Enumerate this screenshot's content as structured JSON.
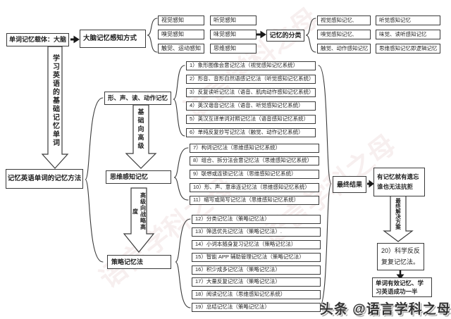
{
  "top": {
    "carrier": "单词记忆载体：大脑",
    "mode": "大脑记忆感知方式",
    "perception": [
      "视觉感知",
      "听觉感知",
      "嗅觉感知",
      "味觉感知",
      "触觉、运动感知",
      "思维感知"
    ],
    "classification": "记忆的分类",
    "memory_types": [
      "视觉感知记忆,",
      "听觉感知记忆",
      "嗅觉感知记忆,",
      "味觉、读听感知记忆",
      "触觉、动作感知记忆",
      "思维感知记忆即逻辑记忆"
    ]
  },
  "left": {
    "arrow_label": "学习英语的基础记忆单词",
    "methods": "记忆英语单词的记忆方法"
  },
  "categories": {
    "basic": "形、声、读、动作记忆",
    "arrow1": "基础向高级",
    "thinking": "思维感知记忆",
    "arrow2": "高级向战略高度",
    "strategy": "策略记忆法"
  },
  "items": {
    "group1": [
      "1）象形图像会意记忆法（视觉感知记忆系统）",
      "2）形音、音形自然语感记忆法（听觉感知记忆系统）",
      "3）反复读听记忆法（语音、肌肉动作感知记忆系统）",
      "4）英汉谐音记忆法（语音、听觉感知记忆系统）",
      "5）英汉互译单词对照记忆法（语音感知记忆系统）",
      "6）单纯反复抄写记忆法（触觉、动作记忆系统）"
    ],
    "group2": [
      "7）构词记忆法（思维感知记忆系统）",
      "8）组合、拆分法会意记忆法（思维感知记忆系统）",
      "9）联想或连锁记忆法（思维感知记忆系统）",
      "10）形、声、意串连记忆法（思维感知记忆系统）",
      "11）缩写或简写记忆法（思维感知记忆系统）"
    ],
    "group3": [
      "12）分类记忆法（策略记忆法）",
      "13）筛选优先记忆法（策略记忆法）.",
      "14）小词本随身复习记忆法（策略记忆法）",
      "15）智能 APP 辅助管理记忆法（策略记忆法）",
      "16）积少成多记忆法（策略记忆法）",
      "17）大量反复记忆法（策略记忆法）",
      "18）阅读记忆法（思维感知记忆系统）",
      "19）总结记忆法（策略记忆法）"
    ]
  },
  "result": {
    "final": "最终结果",
    "forget": "有记忆就有遗忘\n谁也无法抗拒",
    "solution_arrow": "最终解决方案",
    "method20": "20）科学反反复复记忆法。",
    "success": "单词有效记忆、学习英语成功一半"
  },
  "watermark": {
    "footer": "头条 @语言学科之母",
    "bg": "语言学科之母"
  },
  "colors": {
    "line": "#3a3a3a",
    "text": "#222222",
    "background": "#ffffff"
  }
}
